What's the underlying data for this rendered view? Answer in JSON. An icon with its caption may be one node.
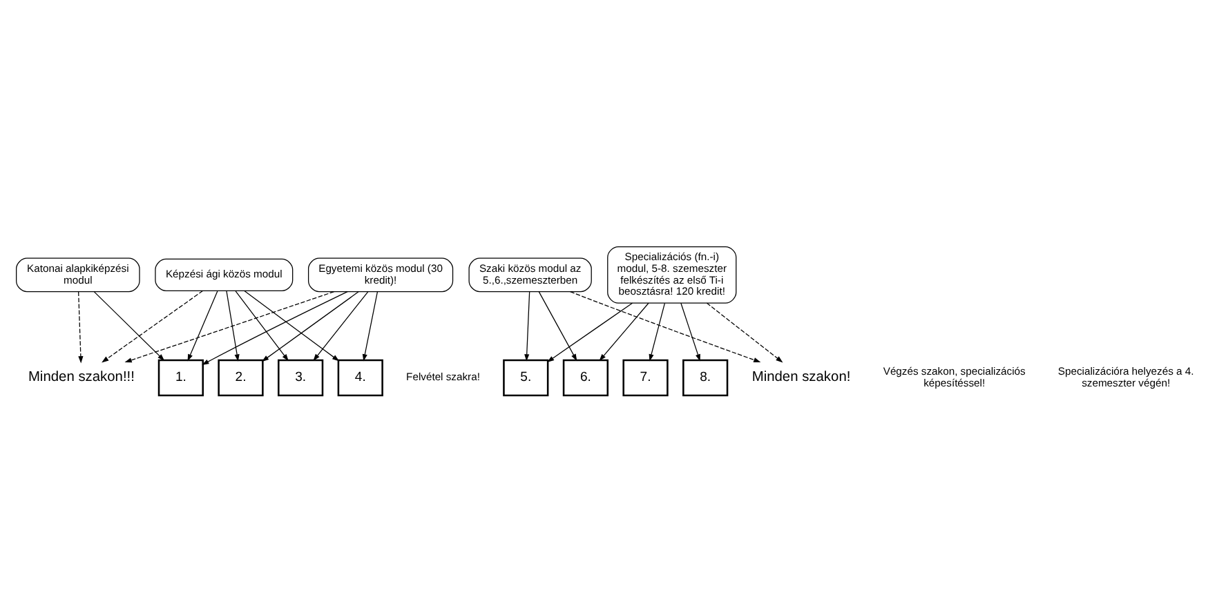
{
  "diagram": {
    "nodes": [
      {
        "text": [
          "Katonai alapkiképzési modul"
        ]
      },
      {
        "text": [
          "Képzési ági közös modul"
        ]
      },
      {
        "text": [
          "Szaki közös modul az 5.,6.,szemeszterben"
        ]
      },
      {
        "text": [
          "Minden szakon!!!"
        ]
      },
      {
        "text": [
          "1."
        ]
      },
      {
        "text": [
          "2."
        ]
      },
      {
        "text": [
          "3."
        ]
      },
      {
        "text": [
          "4."
        ]
      },
      {
        "text": [
          "5."
        ]
      },
      {
        "text": [
          "6."
        ]
      },
      {
        "text": [
          "7."
        ]
      },
      {
        "text": [
          "8."
        ]
      },
      {
        "text": [
          "Minden szakon!"
        ]
      },
      {
        "text": [
          "Egyetemi közös modul (30 kredit)!"
        ]
      },
      {
        "text": [
          "Specializációs (fn.-i) modul, 5-8. szemeszter felkészítés az első Ti-i beosztásra! 120 kredit!"
        ]
      }
    ],
    "edges": [
      {
        "from": 0,
        "to": 3,
        "arrow": "to",
        "style": "dashed"
      },
      {
        "from": 0,
        "to": 4,
        "arrow": "to"
      },
      {
        "from": 1,
        "to": 3,
        "arrow": "to",
        "style": "dashed"
      },
      {
        "from": 1,
        "to": 4,
        "arrow": "to"
      },
      {
        "from": 1,
        "to": 5,
        "arrow": "to"
      },
      {
        "from": 1,
        "to": 6,
        "arrow": "to"
      },
      {
        "from": 1,
        "to": 7,
        "arrow": "to"
      },
      {
        "from": 2,
        "to": 8,
        "arrow": "to"
      },
      {
        "from": 2,
        "to": 9,
        "arrow": "to"
      },
      {
        "from": 2,
        "to": 12,
        "arrow": "to",
        "style": "dashed"
      },
      {
        "from": 13,
        "to": 3,
        "arrow": "to",
        "style": "dashed"
      },
      {
        "from": 13,
        "to": 4,
        "arrow": "to"
      },
      {
        "from": 13,
        "to": 5,
        "arrow": "to"
      },
      {
        "from": 13,
        "to": 6,
        "arrow": "to"
      },
      {
        "from": 13,
        "to": 7,
        "arrow": "to"
      },
      {
        "from": 14,
        "to": 8,
        "arrow": "to"
      },
      {
        "from": 14,
        "to": 9,
        "arrow": "to"
      },
      {
        "from": 14,
        "to": 10,
        "arrow": "to"
      },
      {
        "from": 14,
        "to": 11,
        "arrow": "to"
      },
      {
        "from": 14,
        "to": 12,
        "arrow": "to",
        "style": "dashed"
      }
    ],
    "labels": [
      "Felvétel szakra!",
      "Specializációra helyezés a 4. szemeszter végén!",
      "Végzés szakon, specializációs képesítéssel!"
    ]
  }
}
